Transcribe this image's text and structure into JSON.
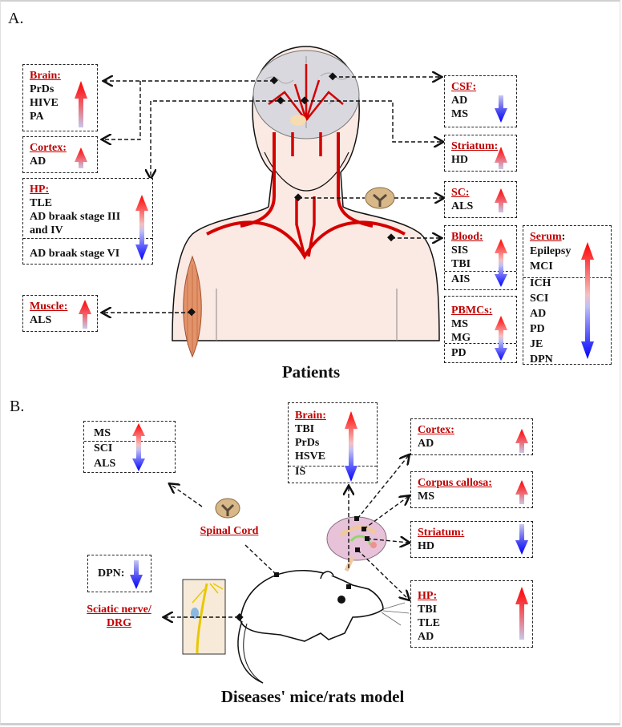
{
  "panel_a": {
    "label": "A.",
    "caption": "Patients",
    "boxes": {
      "brain": {
        "title": "Brain:",
        "items": [
          "PrDs",
          "HIVE",
          "PA"
        ],
        "trend": "up"
      },
      "cortex": {
        "title": "Cortex:",
        "items": [
          "AD"
        ],
        "trend": "up"
      },
      "hp": {
        "title": "HP:",
        "items_up": [
          "TLE",
          "AD braak stage III",
          "and  IV"
        ],
        "items_down": [
          "AD braak stage VI"
        ],
        "trend": "up-down"
      },
      "muscle": {
        "title": "Muscle:",
        "items": [
          "ALS"
        ],
        "trend": "up"
      },
      "csf": {
        "title": "CSF:",
        "items": [
          "AD",
          "MS"
        ],
        "trend": "down"
      },
      "striatum": {
        "title": "Striatum:",
        "items": [
          "HD"
        ],
        "trend": "up"
      },
      "sc": {
        "title": "SC:",
        "items": [
          "ALS"
        ],
        "trend": "up"
      },
      "blood": {
        "title": "Blood:",
        "items_up": [
          "SIS",
          "TBI"
        ],
        "items_down": [
          "AIS"
        ],
        "trend": "up-down"
      },
      "pbmcs": {
        "title": "PBMCs:",
        "items_up": [
          "MS",
          "MG"
        ],
        "items_down": [
          "PD"
        ],
        "trend": "up-down"
      },
      "serum": {
        "title": "Serum",
        "title_suffix": ":",
        "items_up": [
          "Epilepsy",
          "MCI"
        ],
        "items_down": [
          "ICH",
          "SCI",
          "AD",
          "PD",
          "JE",
          "DPN"
        ],
        "trend": "up-down"
      }
    }
  },
  "panel_b": {
    "label": "B.",
    "caption": "Diseases' mice/rats model",
    "labels": {
      "spinal_cord": "Spinal Cord",
      "sciatic_line1": "Sciatic nerve/",
      "sciatic_line2": "DRG"
    },
    "boxes": {
      "spinal": {
        "items_up": [
          "MS"
        ],
        "items_down": [
          "SCI",
          "ALS"
        ],
        "trend": "up-down"
      },
      "brain": {
        "title": "Brain:",
        "items_up": [
          "TBI",
          "PrDs",
          "HSVE"
        ],
        "items_down": [
          "IS"
        ],
        "trend": "up-down"
      },
      "cortex": {
        "title": "Cortex:",
        "items": [
          "AD"
        ],
        "trend": "up"
      },
      "corpus": {
        "title": "Corpus callosa:",
        "items": [
          "MS"
        ],
        "trend": "up"
      },
      "striatum": {
        "title": "Striatum:",
        "items": [
          "HD"
        ],
        "trend": "down"
      },
      "hp": {
        "title": "HP:",
        "items": [
          "TBI",
          "TLE",
          "AD"
        ],
        "trend": "up"
      },
      "dpn": {
        "items": [
          "DPN:"
        ],
        "trend": "down"
      }
    }
  },
  "colors": {
    "up": "#ff1a1a",
    "down": "#1a1aff",
    "title": "#c00000",
    "artery": "#d40000",
    "skin": "#fbe6df"
  }
}
